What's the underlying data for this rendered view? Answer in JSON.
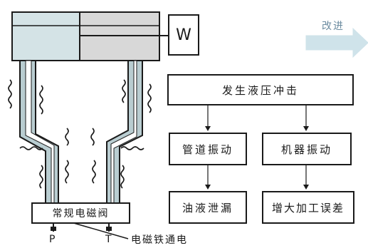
{
  "colors": {
    "line": "#1a1a1a",
    "cylinder_left": "#d4e3e6",
    "cylinder_right": "#d8d8d8",
    "pipe_wall": "#b9cdd1",
    "arrow": "#cfe3ea",
    "arrow_text": "#6b8ba0"
  },
  "weight_label": "W",
  "improve_label": "改进",
  "valve_label": "常规电磁阀",
  "port_p": "P",
  "port_t": "T",
  "solenoid_label": "电磁铁通电",
  "flow": {
    "top": "发生液压冲击",
    "left_mid": "管道振动",
    "right_mid": "机器振动",
    "left_bottom": "油液泄漏",
    "right_bottom": "增大加工误差"
  }
}
